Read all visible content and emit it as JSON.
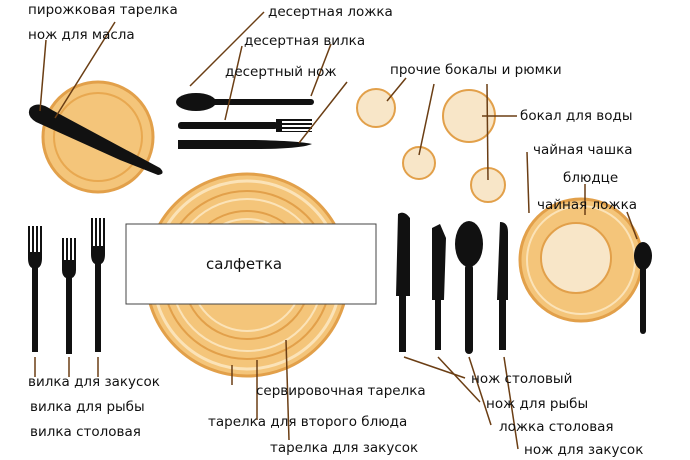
{
  "labels": {
    "bread_plate": "пирожковая тарелка",
    "butter_knife": "нож для масла",
    "dessert_spoon": "десертная ложка",
    "dessert_fork": "десертная вилка",
    "dessert_knife": "десертный нож",
    "other_glasses": "прочие бокалы и рюмки",
    "water_glass": "бокал для воды",
    "teacup": "чайная чашка",
    "saucer": "блюдце",
    "teaspoon": "чайная ложка",
    "napkin": "салфетка",
    "appetizer_fork": "вилка для закусок",
    "fish_fork": "вилка для рыбы",
    "dinner_fork": "вилка столовая",
    "charger_plate": "сервировочная тарелка",
    "main_plate": "тарелка для второго блюда",
    "appetizer_plate": "тарелка для закусок",
    "dinner_knife": "нож столовый",
    "fish_knife": "нож для рыбы",
    "soup_spoon": "ложка столовая",
    "appetizer_knife": "нож для закусок"
  },
  "colors": {
    "plate_fill": "#f4c57a",
    "plate_rim": "#e2a04a",
    "plate_light": "#fbe3b8",
    "glass_fill": "#f8e6c8",
    "leader_line": "#6b3e14",
    "cutlery": "#111111"
  }
}
